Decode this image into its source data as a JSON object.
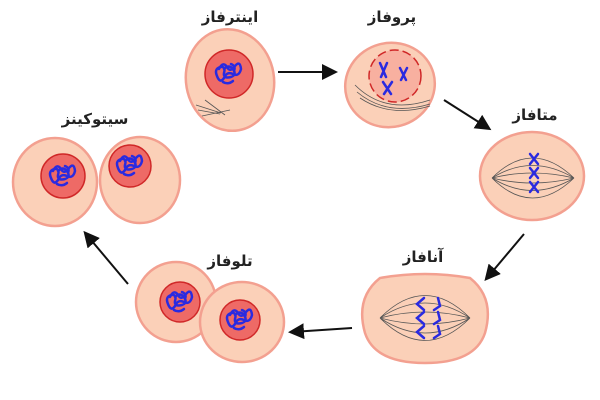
{
  "phases": [
    {
      "key": "interphase",
      "label": "اینترفاز"
    },
    {
      "key": "prophase",
      "label": "پروفاز"
    },
    {
      "key": "metaphase",
      "label": "متافاز"
    },
    {
      "key": "anaphase",
      "label": "آنافاز"
    },
    {
      "key": "telophase",
      "label": "تلوفاز"
    },
    {
      "key": "cytokinesis",
      "label": "سیتوکینز"
    }
  ],
  "colors": {
    "cytoplasm": "#fbd0b8",
    "membrane": "#f3a090",
    "nucleus": "#ee6a66",
    "chromosome": "#2a2ae0"
  }
}
